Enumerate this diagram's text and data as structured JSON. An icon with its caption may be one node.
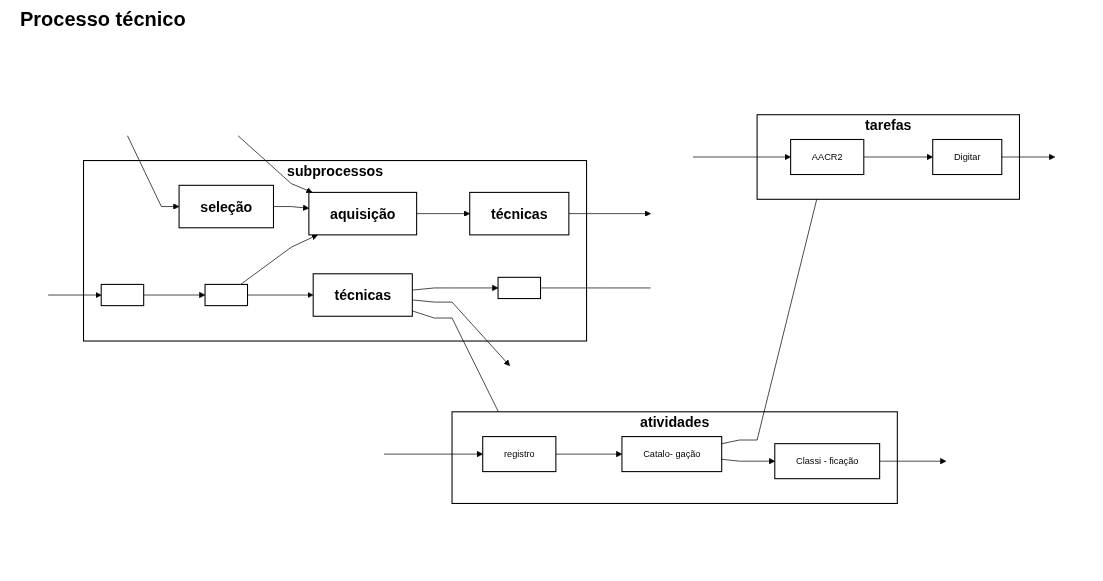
{
  "diagram": {
    "title": "Processo técnico",
    "nodes": [
      {
        "text": [
          "subprocessos"
        ]
      },
      {
        "text": [
          "seleção"
        ],
        "in": 0
      },
      {
        "text": [
          "aquisição"
        ],
        "in": 0
      },
      {
        "text": [
          "técnicas"
        ],
        "in": 0
      },
      {
        "text": [],
        "shape": "box",
        "in": 0
      },
      {
        "text": [],
        "shape": "box",
        "in": 0
      },
      {
        "text": [
          "técnicas"
        ],
        "in": 0
      },
      {
        "text": [],
        "shape": "box",
        "in": 0
      },
      {
        "text": [
          "atividades"
        ]
      },
      {
        "text": [
          "registro"
        ],
        "in": 8
      },
      {
        "text": [
          "Catalo- gação"
        ],
        "in": 8
      },
      {
        "text": [
          "Classi - ficação"
        ],
        "in": 8
      },
      {
        "text": [
          "tarefas"
        ]
      },
      {
        "text": [
          "AACR2"
        ],
        "in": 12
      },
      {
        "text": [
          "Digitar"
        ],
        "in": 12
      }
    ],
    "edges": [
      {
        "from": null,
        "to": 1,
        "arrow": "to"
      },
      {
        "from": null,
        "to": 2,
        "arrow": "to"
      },
      {
        "from": 1,
        "to": 2,
        "arrow": "to"
      },
      {
        "from": 2,
        "to": 3,
        "arrow": "to"
      },
      {
        "from": 3,
        "to": null,
        "arrow": "to"
      },
      {
        "from": null,
        "to": 4,
        "arrow": "to"
      },
      {
        "from": 4,
        "to": 5,
        "arrow": "to"
      },
      {
        "from": 5,
        "to": 2,
        "arrow": "to"
      },
      {
        "from": 5,
        "to": 6,
        "arrow": "to"
      },
      {
        "from": 6,
        "to": 7,
        "arrow": "to"
      },
      {
        "from": 6,
        "to": null,
        "arrow": "to"
      },
      {
        "from": 7,
        "to": null,
        "arrow": "none"
      },
      {
        "from": 6,
        "to": 8,
        "arrow": "none"
      },
      {
        "from": null,
        "to": 9,
        "arrow": "to"
      },
      {
        "from": 9,
        "to": 10,
        "arrow": "to"
      },
      {
        "from": 10,
        "to": 11,
        "arrow": "to"
      },
      {
        "from": 11,
        "to": null,
        "arrow": "to"
      },
      {
        "from": 10,
        "to": 12,
        "arrow": "none"
      },
      {
        "from": null,
        "to": 13,
        "arrow": "to"
      },
      {
        "from": 13,
        "to": 14,
        "arrow": "to"
      },
      {
        "from": 14,
        "to": null,
        "arrow": "to"
      }
    ]
  }
}
